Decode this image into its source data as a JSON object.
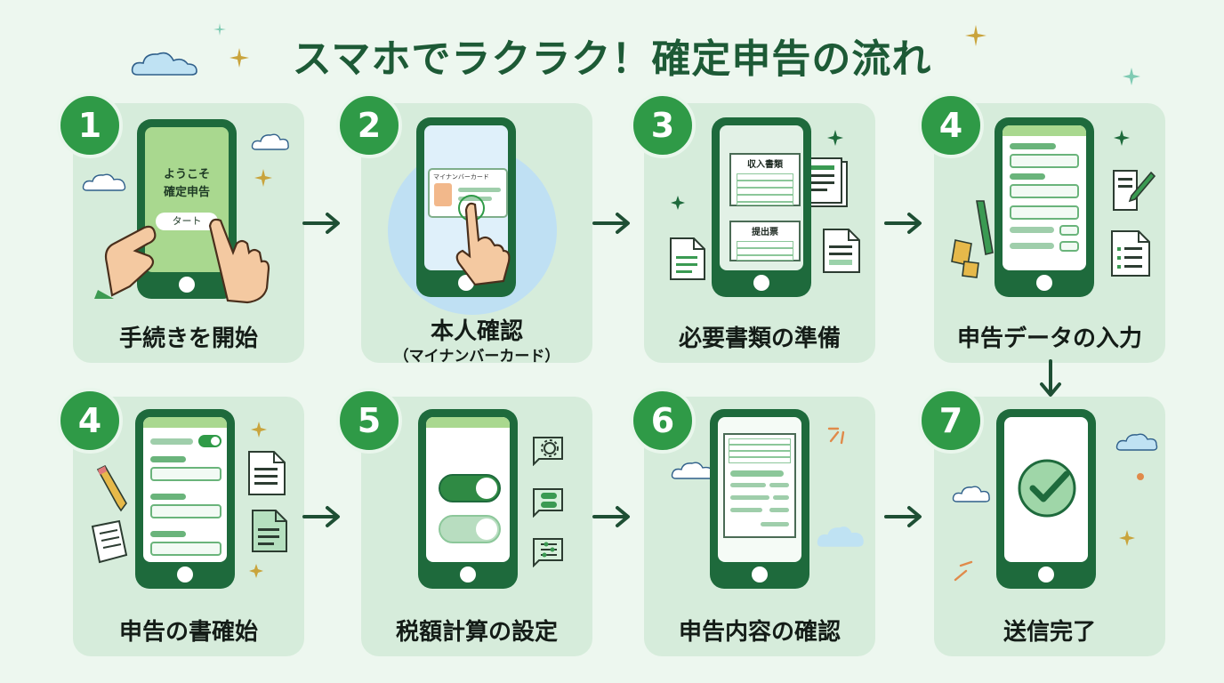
{
  "title": "スマホでラクラク！確定申告の流れ",
  "steps": [
    {
      "number": "1",
      "label": "手続きを開始",
      "screen_line1": "ようこそ",
      "screen_line2": "確定申告",
      "screen_button": "タート"
    },
    {
      "number": "2",
      "label": "本人確認",
      "sublabel": "（マイナンバーカード）",
      "card_text": "マイナンバーカード"
    },
    {
      "number": "3",
      "label": "必要書類の準備",
      "doc1": "収入書類",
      "doc2": "提出票"
    },
    {
      "number": "4",
      "label": "申告データの入力"
    },
    {
      "number": "4",
      "label": "申告の書確始"
    },
    {
      "number": "5",
      "label": "税額計算の設定"
    },
    {
      "number": "6",
      "label": "申告内容の確認"
    },
    {
      "number": "7",
      "label": "送信完了"
    }
  ],
  "colors": {
    "background": "#edf7ef",
    "card": "#d6ecdb",
    "badge": "#2f9a47",
    "phone": "#1e6a3c",
    "title": "#1d5a36",
    "arrow": "#1e4f34"
  },
  "icons": [
    "sparkle-icon",
    "cloud-icon",
    "arrow-right-icon",
    "arrow-down-icon",
    "hand-icon",
    "document-icon",
    "pencil-icon",
    "gear-icon",
    "toggle-icon",
    "sliders-icon",
    "checkmark-icon"
  ]
}
